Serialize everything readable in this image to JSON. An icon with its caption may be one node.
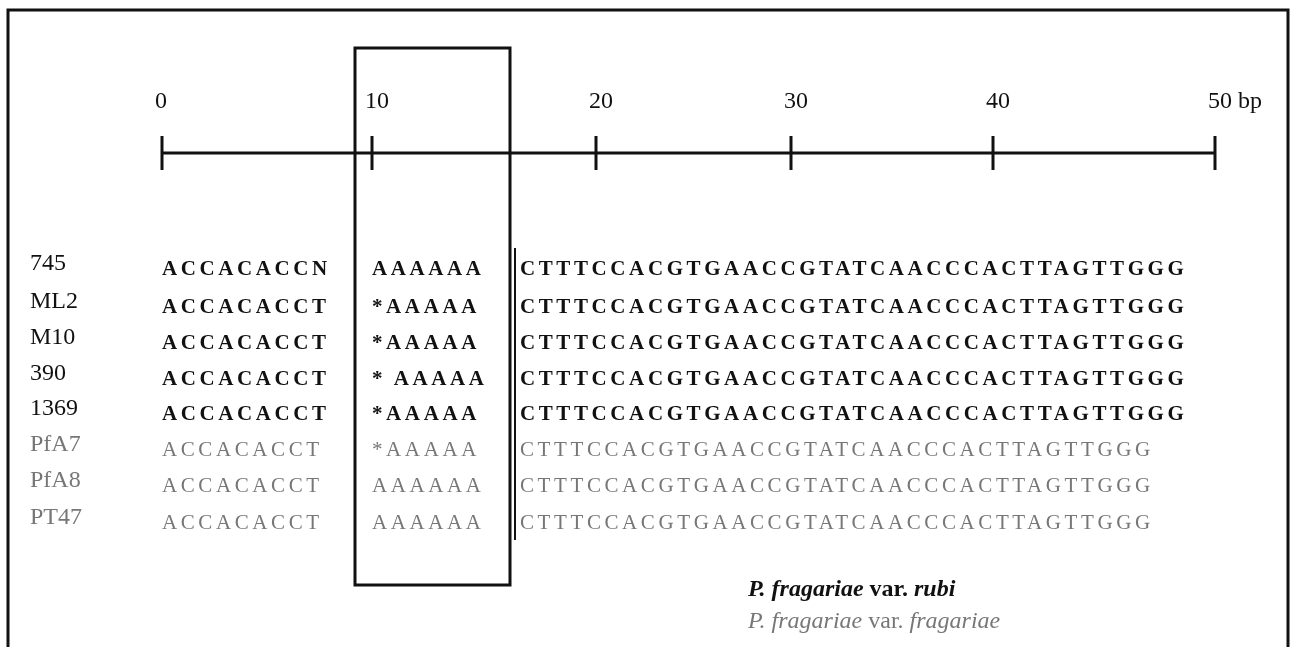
{
  "diagram": {
    "labels": [
      "0",
      "10",
      "20",
      "30",
      "40",
      "50 bp",
      "745",
      "ACCACACCN",
      "AAAAAA",
      "CTTTCCACGTGAACCGTATCAACCCACTTAGTTGGG",
      "ML2",
      "ACCACACCT",
      "*AAAAA",
      "CTTTCCACGTGAACCGTATCAACCCACTTAGTTGGG",
      "M10",
      "ACCACACCT",
      "*AAAAA",
      "CTTTCCACGTGAACCGTATCAACCCACTTAGTTGGG",
      "390",
      "ACCACACCT",
      "* AAAAA",
      "CTTTCCACGTGAACCGTATCAACCCACTTAGTTGGG",
      "1369",
      "ACCACACCT",
      "*AAAAA",
      "CTTTCCACGTGAACCGTATCAACCCACTTAGTTGGG",
      "PfA7",
      "ACCACACCT",
      "*AAAAA",
      "CTTTCCACGTGAACCGTATCAACCCACTTAGTTGGG",
      "PfA8",
      "ACCACACCT",
      "AAAAAA",
      "CTTTCCACGTGAACCGTATCAACCCACTTAGTTGGG",
      "PT47",
      "ACCACACCT",
      "AAAAAA",
      "CTTTCCACGTGAACCGTATCAACCCACTTAGTTGGG"
    ],
    "legend": [
      {
        "text": "*P. fragariae* var. *rubi*"
      },
      {
        "text": "*P. fragariae* var. *fragariae*"
      }
    ]
  }
}
